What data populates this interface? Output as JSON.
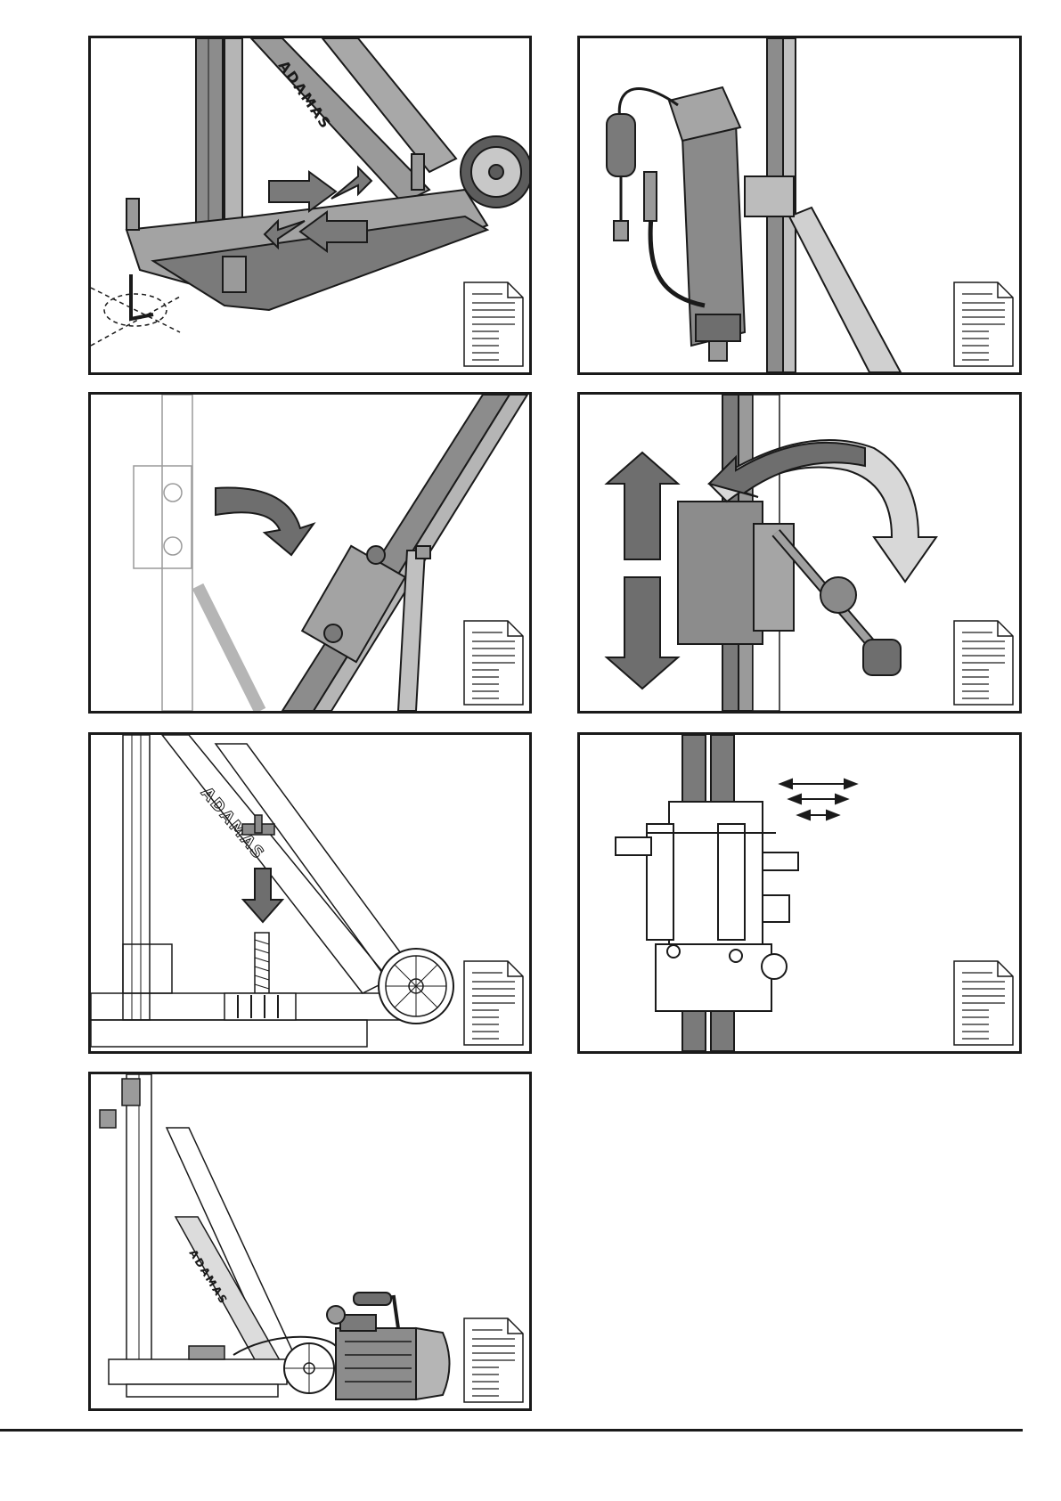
{
  "brand": {
    "logo_text": "ADAMAS"
  },
  "panels": [
    {
      "id": "p1",
      "scene": "base-adjustment",
      "icon": "manual-page-icon"
    },
    {
      "id": "p2",
      "scene": "motor-mounting",
      "icon": "manual-page-icon"
    },
    {
      "id": "p3",
      "scene": "column-tilt",
      "icon": "manual-page-icon"
    },
    {
      "id": "p4",
      "scene": "carriage-lever",
      "icon": "manual-page-icon"
    },
    {
      "id": "p5",
      "scene": "threaded-rod-insert",
      "icon": "manual-page-icon"
    },
    {
      "id": "p6",
      "scene": "carriage-play-adjust",
      "icon": "manual-page-icon"
    },
    {
      "id": "p7",
      "scene": "vacuum-pump-setup",
      "icon": "manual-page-icon"
    }
  ],
  "colors": {
    "line": "#1a1a1a",
    "arrow_dark": "#6e6e6e",
    "arrow_light": "#cfcfcf",
    "metal": "#9a9a9a",
    "metal_dark": "#5c5c5c"
  }
}
